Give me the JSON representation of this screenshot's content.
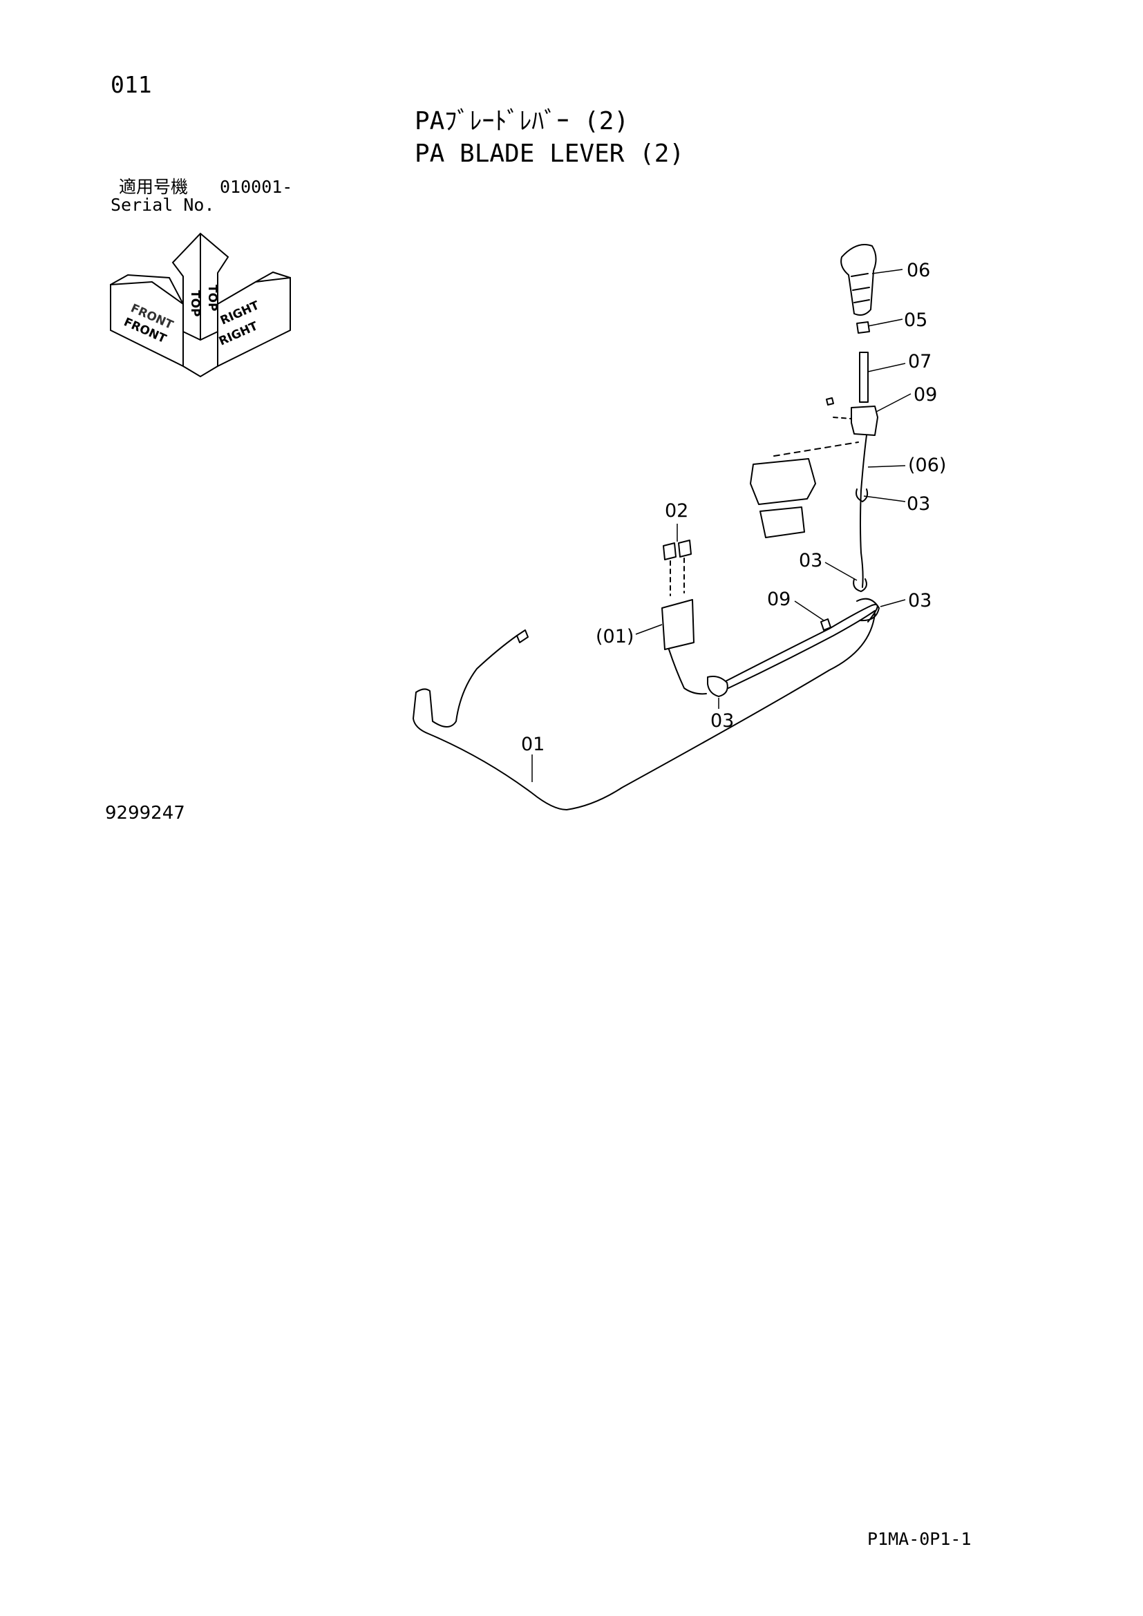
{
  "header": {
    "page_number": "011",
    "title_jp": "PAﾌﾞﾚｰﾄﾞﾚﾊﾞｰ (2)",
    "title_en": "PA BLADE LEVER (2)"
  },
  "serial": {
    "label_jp": "適用号機",
    "code": "010001-",
    "label_en": "Serial No."
  },
  "orientation": {
    "front": "FRONT",
    "top": "TOP",
    "right": "RIGHT"
  },
  "callouts": {
    "c06": "06",
    "c05": "05",
    "c07": "07",
    "c09a": "09",
    "c06p": "(06)",
    "c03a": "03",
    "c02": "02",
    "c03b": "03",
    "c09b": "09",
    "c03c": "03",
    "c01p": "(01)",
    "c03d": "03",
    "c01": "01"
  },
  "footer": {
    "drawing_number": "9299247",
    "page_code": "P1MA-0P1-1"
  }
}
